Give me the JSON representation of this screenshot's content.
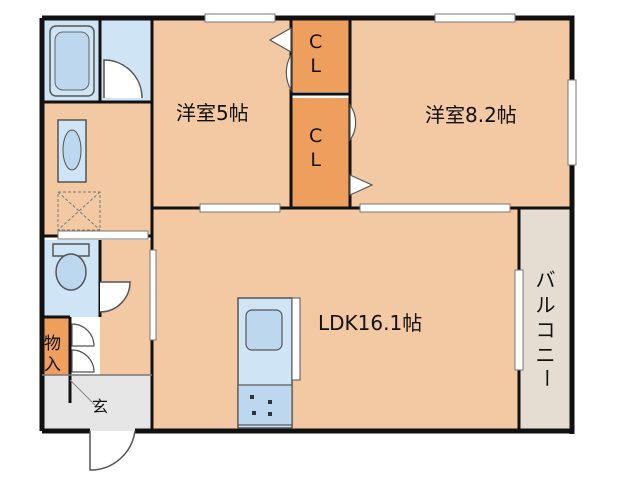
{
  "floor_plan": {
    "rooms": {
      "western_room_small": "洋室5帖",
      "western_room_large": "洋室8.2帖",
      "ldk": "LDK16.1帖",
      "closet_upper": [
        "C",
        "L"
      ],
      "closet_lower": [
        "C",
        "L"
      ],
      "storage": [
        "物",
        "入"
      ],
      "entrance": "玄",
      "balcony": [
        "バ",
        "ル",
        "コ",
        "ニ",
        "ー"
      ]
    },
    "colors": {
      "room_fill": "#f2c9a3",
      "closet_fill": "#ee9f5e",
      "water_fill": "#cfe4f5",
      "balcony_fill": "#e5ddd2",
      "entrance_fill": "#e6e6e6",
      "wall": "#111111"
    }
  }
}
